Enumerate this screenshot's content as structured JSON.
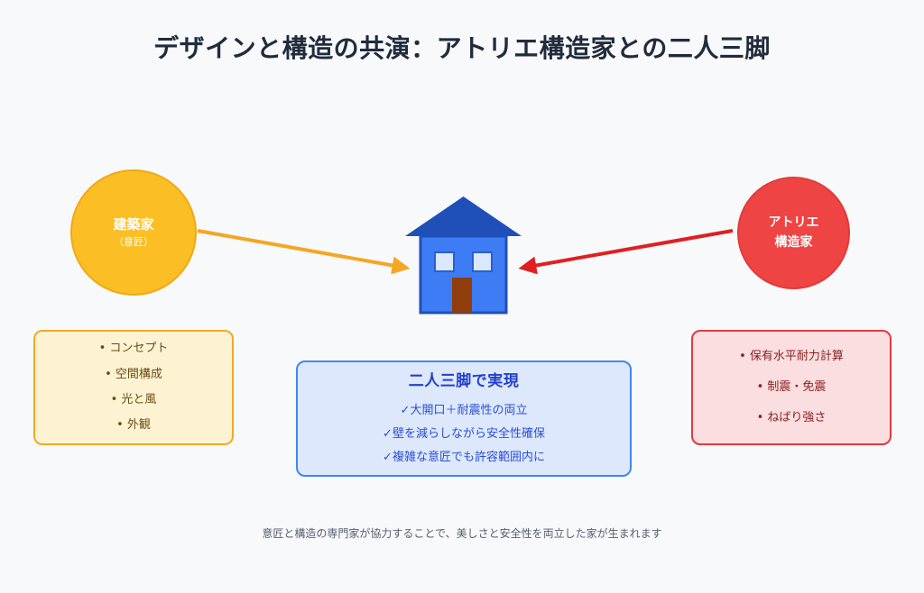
{
  "title": "デザインと構造の共演：アトリエ構造家との二人三脚",
  "colors": {
    "background": "#f8f9fb",
    "title_text": "#222b3c",
    "architect_fill": "#fbbe24",
    "architect_border": "#f2a913",
    "engineer_fill": "#ef4444",
    "engineer_border": "#e23a3a",
    "design_box_fill": "#fdf3d3",
    "design_box_border": "#eeab25",
    "structure_box_fill": "#fbdedf",
    "structure_box_border": "#e13b3b",
    "result_box_fill": "#dde8fd",
    "result_box_border": "#4285f4",
    "result_heading_text": "#2240cc",
    "arrow_left": "#f5a623",
    "arrow_right": "#e02020",
    "house_roof": "#1f4fb8",
    "house_body": "#3d7cf4",
    "house_window": "#dbe7fb",
    "house_door": "#8f3d0d"
  },
  "architect": {
    "name": "建築家",
    "role": "（意匠）"
  },
  "engineer": {
    "name_line1": "アトリエ",
    "name_line2": "構造家"
  },
  "design_box": {
    "items": [
      "• コンセプト",
      "• 空間構成",
      "• 光と風",
      "• 外観"
    ]
  },
  "structure_box": {
    "items": [
      "• 保有水平耐力計算",
      "• 制震・免震",
      "• ねばり強さ"
    ]
  },
  "result_box": {
    "heading": "二人三脚で実現",
    "items": [
      "✓大開口＋耐震性の両立",
      "✓壁を減らしながら安全性確保",
      "✓複雑な意匠でも許容範囲内に"
    ]
  },
  "footer": {
    "note": "意匠と構造の専門家が協力することで、美しさと安全性を両立した家が生まれます"
  },
  "icons": {
    "house": "house-icon",
    "arrow_left_to_center": "arrow-right-icon",
    "arrow_right_to_center": "arrow-left-icon"
  }
}
